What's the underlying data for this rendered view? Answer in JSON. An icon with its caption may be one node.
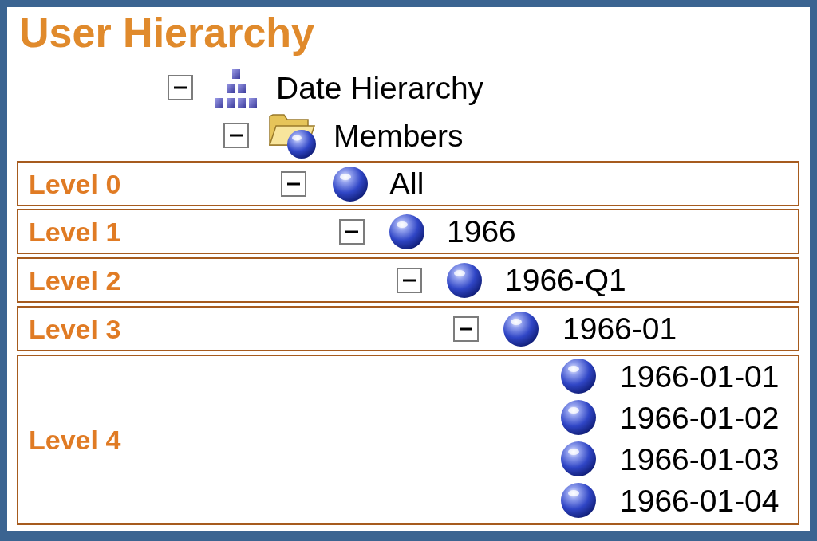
{
  "diagram": {
    "title": "User Hierarchy",
    "nodes": [
      {
        "text": [
          "Level 0",
          "All"
        ]
      },
      {
        "text": [
          "Level 1",
          "1966"
        ]
      },
      {
        "text": [
          "Level 2",
          "1966-Q1"
        ]
      },
      {
        "text": [
          "Level 3",
          "1966-01"
        ]
      },
      {
        "text": [
          "Level 4",
          "1966-01-01",
          "1966-01-02",
          "1966-01-03",
          "1966-01-04"
        ]
      }
    ],
    "edges": [],
    "labels": [
      "Date Hierarchy",
      "Members"
    ]
  }
}
